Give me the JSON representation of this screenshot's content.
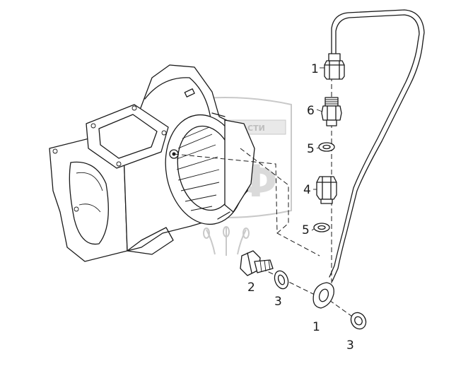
{
  "watermark": {
    "band_text": "ТЕХНО ЗАПЧАСТИ",
    "big_text": "ЭТФ"
  },
  "callouts": [
    {
      "id": "c1-top",
      "text": "1"
    },
    {
      "id": "c6",
      "text": "6"
    },
    {
      "id": "c5-upper",
      "text": "5"
    },
    {
      "id": "c4",
      "text": "4"
    },
    {
      "id": "c5-lower",
      "text": "5"
    },
    {
      "id": "c2",
      "text": "2"
    },
    {
      "id": "c3-left",
      "text": "3"
    },
    {
      "id": "c1-bottom",
      "text": "1"
    },
    {
      "id": "c3-right",
      "text": "3"
    }
  ]
}
